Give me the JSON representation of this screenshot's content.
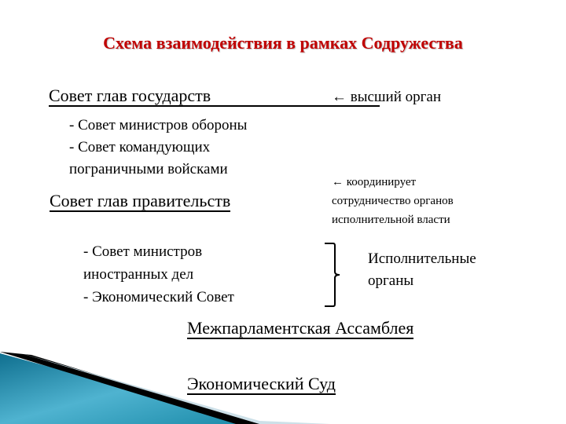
{
  "slide": {
    "title": "Схема взаимодействия в рамках Содружества",
    "title_color": "#c00000",
    "council_heads_of_state": {
      "label": "Совет глав государств",
      "note": "← высший орган",
      "sub_items": [
        "- Совет министров обороны",
        "- Совет командующих",
        "пограничными войсками"
      ]
    },
    "council_heads_of_government": {
      "label": "Совет глав правительств",
      "note_lines": [
        "← координирует",
        "сотрудничество органов",
        "исполнительной власти"
      ],
      "sub_items": [
        "- Совет министров",
        "иностранных дел",
        "- Экономический Совет"
      ]
    },
    "executive_bodies": {
      "lines": [
        "Исполнительные",
        "органы"
      ]
    },
    "interparliamentary_assembly": "Межпарламентская Ассамблея",
    "economic_court": "Экономический Суд",
    "decoration_colors": {
      "teal_dark": "#0f6f8f",
      "teal_light": "#4fb3d0",
      "black_band": "#000000",
      "pale_band": "#c8dde6"
    }
  }
}
